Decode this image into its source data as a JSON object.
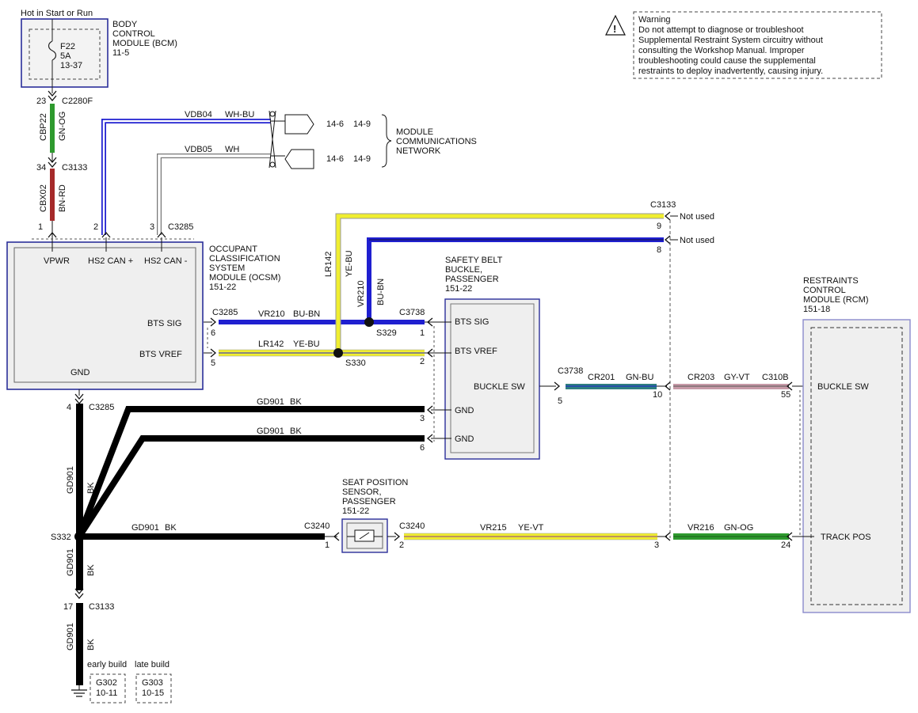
{
  "warning": {
    "title": "Warning",
    "lines": [
      "Do not attempt to diagnose or troubleshoot",
      "Supplemental Restraint System circuitry without",
      "consulting the Workshop Manual. Improper",
      "troubleshooting could cause the supplemental",
      "restraints to deploy inadvertently, causing injury."
    ]
  },
  "power": {
    "label": "Hot in Start or Run"
  },
  "bcm": {
    "lines": [
      "BODY",
      "CONTROL",
      "MODULE (BCM)",
      "11-5"
    ],
    "fuse": [
      "F22",
      "5A",
      "13-37"
    ]
  },
  "upper_wires": {
    "c2280f_pin": "23",
    "c2280f": "C2280F",
    "cbp22": "CBP22",
    "cbp22_color": "GN-OG",
    "c3133_pin": "34",
    "c3133": "C3133",
    "cbx02": "CBX02",
    "cbx02_color": "BN-RD"
  },
  "can": {
    "vdb04": "VDB04",
    "vdb04_color": "WH-BU",
    "vdb05": "VDB05",
    "vdb05_color": "WH",
    "ref1a": "14-6",
    "ref1b": "14-9",
    "ref2a": "14-6",
    "ref2b": "14-9",
    "network": [
      "MODULE",
      "COMMUNICATIONS",
      "NETWORK"
    ]
  },
  "ocsm": {
    "lines": [
      "OCCUPANT",
      "CLASSIFICATION",
      "SYSTEM",
      "MODULE (OCSM)",
      "151-22"
    ],
    "pins": {
      "p1": "1",
      "p2": "2",
      "p3": "3",
      "c3285": "C3285",
      "vpwr": "VPWR",
      "can_plus": "HS2 CAN +",
      "can_minus": "HS2 CAN -",
      "bts_sig": "BTS SIG",
      "bts_vref": "BTS VREF",
      "gnd": "GND"
    }
  },
  "bts": {
    "c3285": "C3285",
    "pin6": "6",
    "pin5": "5",
    "vr210": "VR210",
    "vr210_color": "BU-BN",
    "lr142": "LR142",
    "lr142_color": "YE-BU",
    "s329": "S329",
    "s330": "S330",
    "lr142_v": "LR142",
    "lr142_v_color": "YE-BU",
    "vr210_v": "VR210",
    "vr210_v_color": "BU-BN"
  },
  "c3133_top": {
    "connector": "C3133",
    "pin9": "9",
    "pin8": "8",
    "not_used_1": "Not used",
    "not_used_2": "Not used"
  },
  "buckle": {
    "lines": [
      "SAFETY BELT",
      "BUCKLE,",
      "PASSENGER",
      "151-22"
    ],
    "c3738": "C3738",
    "pin1": "1",
    "pin2": "2",
    "pin3": "3",
    "pin6": "6",
    "bts_sig": "BTS SIG",
    "bts_vref": "BTS VREF",
    "buckle_sw": "BUCKLE SW",
    "gnd1": "GND",
    "gnd2": "GND"
  },
  "buckle_out": {
    "c3738": "C3738",
    "pin5": "5",
    "cr201": "CR201",
    "cr201_color": "GN-BU",
    "pin10": "10",
    "cr203": "CR203",
    "cr203_color": "GY-VT",
    "c310b": "C310B",
    "pin55": "55"
  },
  "rcm": {
    "lines": [
      "RESTRAINTS",
      "CONTROL",
      "MODULE (RCM)",
      "151-18"
    ],
    "buckle_sw": "BUCKLE SW",
    "track_pos": "TRACK POS"
  },
  "ground": {
    "pin4": "4",
    "c3285": "C3285",
    "gd901_1": "GD901",
    "gd901_1_color": "BK",
    "gd901_top": "GD901",
    "gd901_top_color": "BK",
    "gd901_mid": "GD901",
    "gd901_mid_color": "BK",
    "s332": "S332",
    "gd901_h": "GD901",
    "gd901_h_color": "BK",
    "gd901_2": "GD901",
    "gd901_2_color": "BK",
    "pin17": "17",
    "c3133": "C3133",
    "gd901_3": "GD901",
    "gd901_3_color": "BK",
    "early": "early build",
    "late": "late build",
    "g302": "G302",
    "g302_ref": "10-11",
    "g303": "G303",
    "g303_ref": "10-15"
  },
  "seat": {
    "lines": [
      "SEAT POSITION",
      "SENSOR,",
      "PASSENGER",
      "151-22"
    ],
    "c3240_l": "C3240",
    "pin1": "1",
    "c3240_r": "C3240",
    "pin2": "2",
    "vr215": "VR215",
    "vr215_color": "YE-VT",
    "pin3": "3",
    "vr216": "VR216",
    "vr216_color": "GN-OG",
    "pin24": "24"
  },
  "wire_colors": {
    "blue": "#1f1fd0",
    "yellow": "#f0ee30",
    "green": "#2e9a2e",
    "brown_red": "#a52a2a",
    "teal": "#2f7f7f",
    "pink_violet": "#c79aa8",
    "box_border": "#2b2f9a",
    "black": "#000000"
  }
}
